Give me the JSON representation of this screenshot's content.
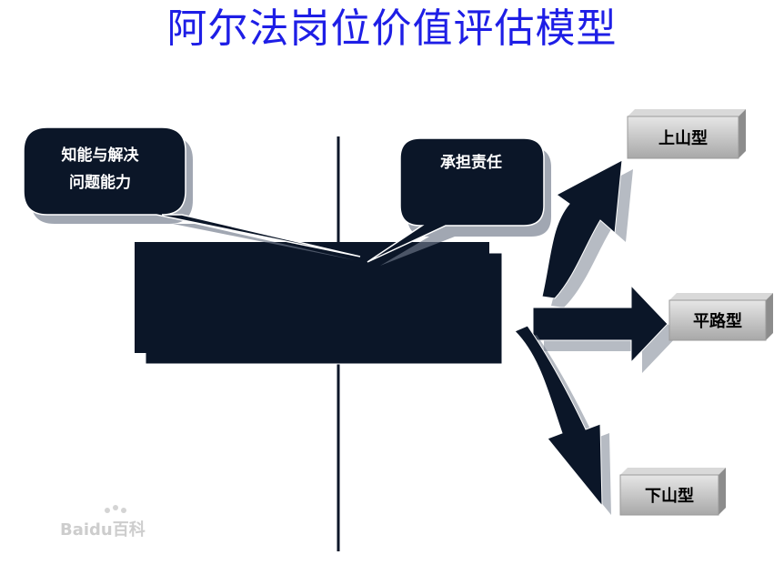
{
  "title": "阿尔法岗位价值评估模型",
  "bubbles": {
    "left_line1": "知能与解决",
    "left_line2": "问题能力",
    "right": "承担责任"
  },
  "outcomes": {
    "up": "上山型",
    "flat": "平路型",
    "down": "下山型"
  },
  "watermark": "Baidu百科",
  "colors": {
    "title": "#1e1ee6",
    "shape": "#0b1628",
    "box": "#bfbfbf"
  }
}
